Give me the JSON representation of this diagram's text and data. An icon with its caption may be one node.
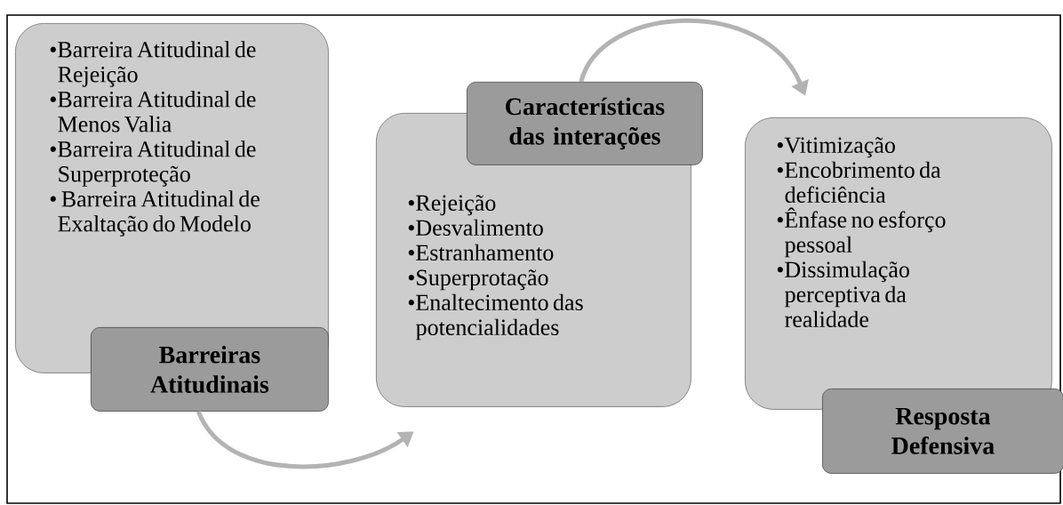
{
  "diagram": {
    "nodes": [
      {
        "text": [
          "•Barreira Atitudinal de Rejeição",
          "•Barreira Atitudinal de Menos Valia",
          "•Barreira Atitudinal de Superproteção",
          "• Barreira Atitudinal de Exaltação do Modelo"
        ]
      },
      {
        "text": [
          "Barreiras Atitudinais"
        ]
      },
      {
        "text": [
          "•Rejeição",
          "•Desvalimento",
          "•Estranhamento",
          "•Superprotação",
          "•Enaltecimento das potencialidades"
        ]
      },
      {
        "text": [
          "Características das interações"
        ]
      },
      {
        "text": [
          "•Vitimização",
          "•Encobrimento da deficiência",
          "•Ênfase no esforço pessoal",
          "•Dissimulação perceptiva da realidade"
        ]
      },
      {
        "text": [
          "Resposta Defensiva"
        ]
      }
    ],
    "edges": [
      {
        "from": 1,
        "to": 2,
        "arrow": "to"
      },
      {
        "from": 3,
        "to": 4,
        "arrow": "to"
      }
    ]
  }
}
